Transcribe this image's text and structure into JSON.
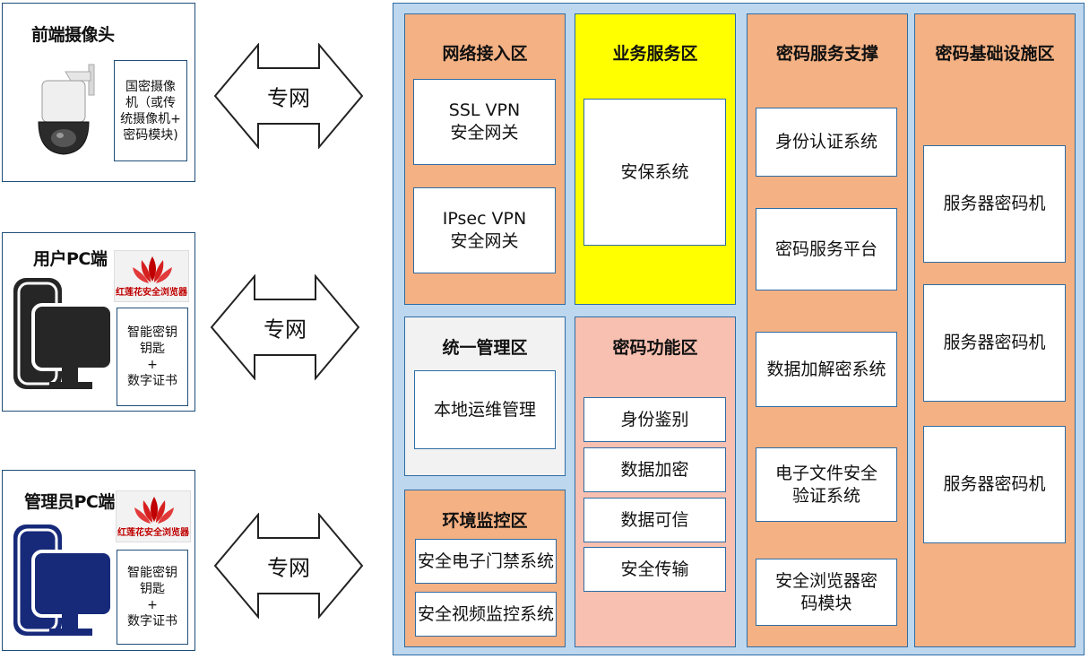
{
  "clients": {
    "camera": {
      "title": "前端摄像头",
      "desc": [
        "国密摄像",
        "机（或传",
        "统摄像机+",
        "密码模块)"
      ]
    },
    "user_pc": {
      "title": "用户PC端",
      "desc": [
        "智能密钥",
        "钥匙",
        "+",
        "数字证书"
      ]
    },
    "admin_pc": {
      "title": "管理员PC端",
      "desc": [
        "智能密钥",
        "钥匙",
        "+",
        "数字证书"
      ]
    },
    "logo_text": "红莲花安全浏览器"
  },
  "arrows": [
    "专网",
    "专网",
    "专网"
  ],
  "zones": {
    "network_access": {
      "title": "网络接入区",
      "items": [
        [
          "SSL VPN",
          "安全网关"
        ],
        [
          "IPsec VPN",
          "安全网关"
        ]
      ]
    },
    "business_service": {
      "title": "业务服务区",
      "items": [
        "安保系统"
      ]
    },
    "crypto_support": {
      "title": "密码服务支撑",
      "items": [
        [
          "身份认证系统"
        ],
        [
          "密码服务平台"
        ],
        [
          "数据加解密系统"
        ],
        [
          "电子文件安全",
          "验证系统"
        ],
        [
          "安全浏览器密",
          "码模块"
        ]
      ]
    },
    "crypto_infra": {
      "title": "密码基础设施区",
      "items": [
        "服务器密码机",
        "服务器密码机",
        "服务器密码机"
      ]
    },
    "unified_mgmt": {
      "title": "统一管理区",
      "items": [
        "本地运维管理"
      ]
    },
    "crypto_function": {
      "title": "密码功能区",
      "items": [
        "身份鉴别",
        "数据加密",
        "数据可信",
        "安全传输"
      ]
    },
    "env_monitor": {
      "title": "环境监控区",
      "items": [
        "安全电子门禁系统",
        "安全视频监控系统"
      ]
    }
  },
  "colors": {
    "orange_zone": "#f4b183",
    "yellow_zone": "#ffff00",
    "pink_zone": "#f8c0b0",
    "gray_zone": "#f2f2f2",
    "background_zone": "#bdd7ee",
    "border": "#2e6da4",
    "dark_device": "#262626",
    "navy_device": "#172a7a",
    "logo_red": "#c00000"
  }
}
